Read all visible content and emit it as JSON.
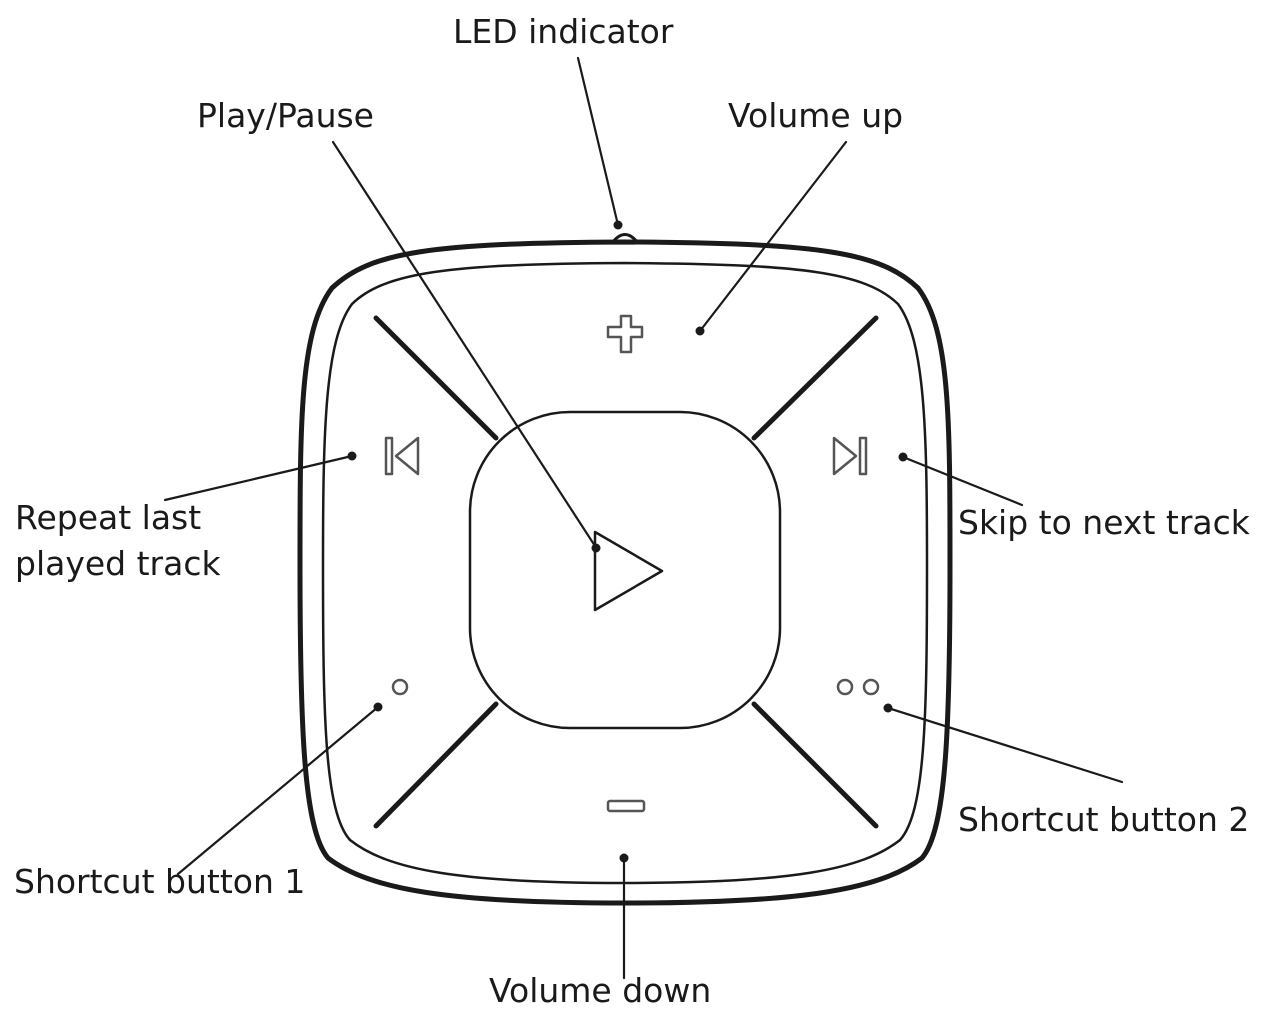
{
  "labels": {
    "led": "LED indicator",
    "play_pause": "Play/Pause",
    "volume_up": "Volume up",
    "repeat_line1": "Repeat last",
    "repeat_line2": "played track",
    "skip_next": "Skip to next track",
    "shortcut1": "Shortcut button 1",
    "shortcut2": "Shortcut button 2",
    "volume_down": "Volume down"
  },
  "icons": {
    "volume_up": "plus-icon",
    "volume_down": "minus-icon",
    "previous": "skip-previous-icon",
    "next": "skip-next-icon",
    "play": "play-triangle-icon",
    "shortcut1": "single-dot-icon",
    "shortcut2": "double-dot-icon"
  },
  "colors": {
    "line": "#1a1a1a",
    "icon": "#555555",
    "background": "#ffffff"
  }
}
